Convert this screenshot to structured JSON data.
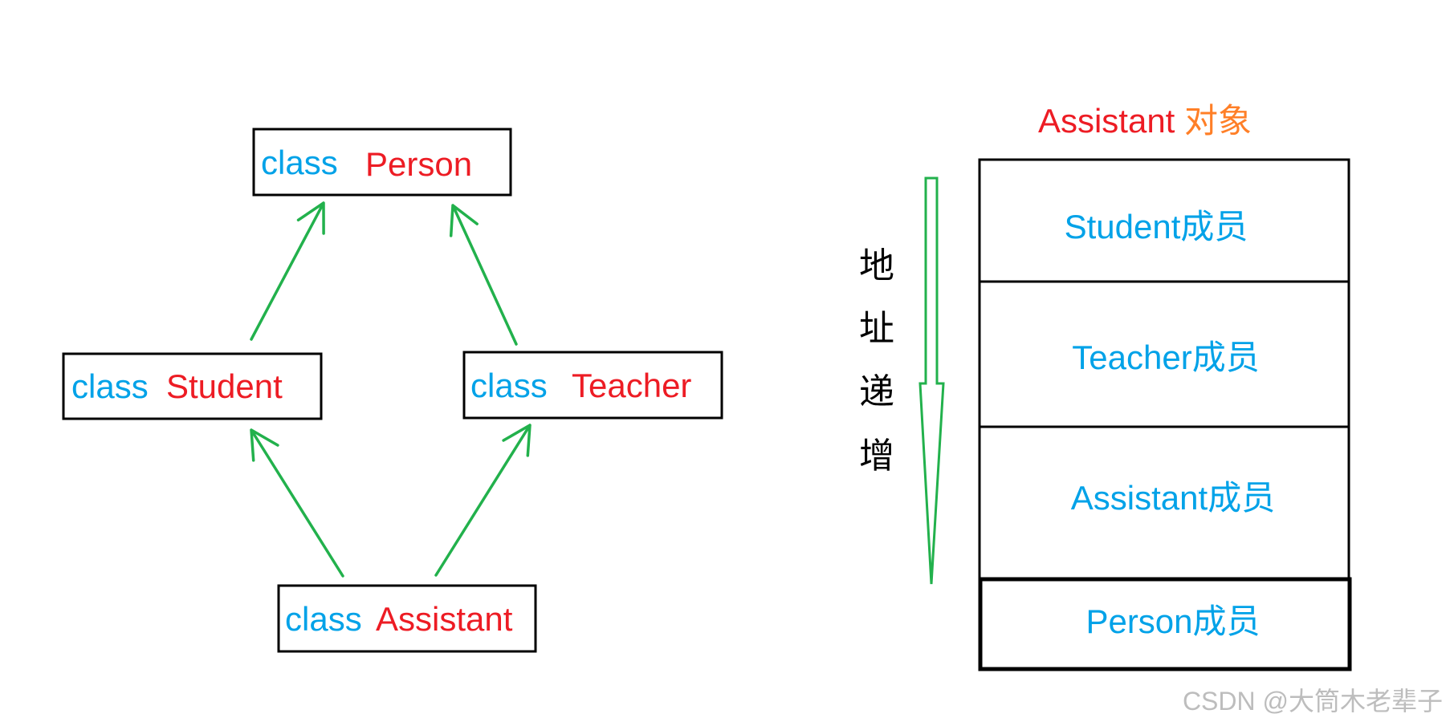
{
  "inheritance_diagram": {
    "person": {
      "keyword": "class",
      "name": "Person"
    },
    "student": {
      "keyword": "class",
      "name": "Student"
    },
    "teacher": {
      "keyword": "class",
      "name": "Teacher"
    },
    "assistant": {
      "keyword": "class",
      "name": "Assistant"
    }
  },
  "memory_layout": {
    "title": {
      "class_name": "Assistant",
      "suffix": "对象"
    },
    "sections": [
      "Student成员",
      "Teacher成员",
      "Assistant成员",
      "Person成员"
    ],
    "address_label": [
      "地",
      "址",
      "递",
      "增"
    ]
  },
  "watermark": "CSDN @大筒木老辈子",
  "colors": {
    "keyword": "#00A2E8",
    "class_name": "#ED1C24",
    "title_suffix": "#FF7F27",
    "section": "#00A2E8",
    "arrow": "#22B14C"
  }
}
